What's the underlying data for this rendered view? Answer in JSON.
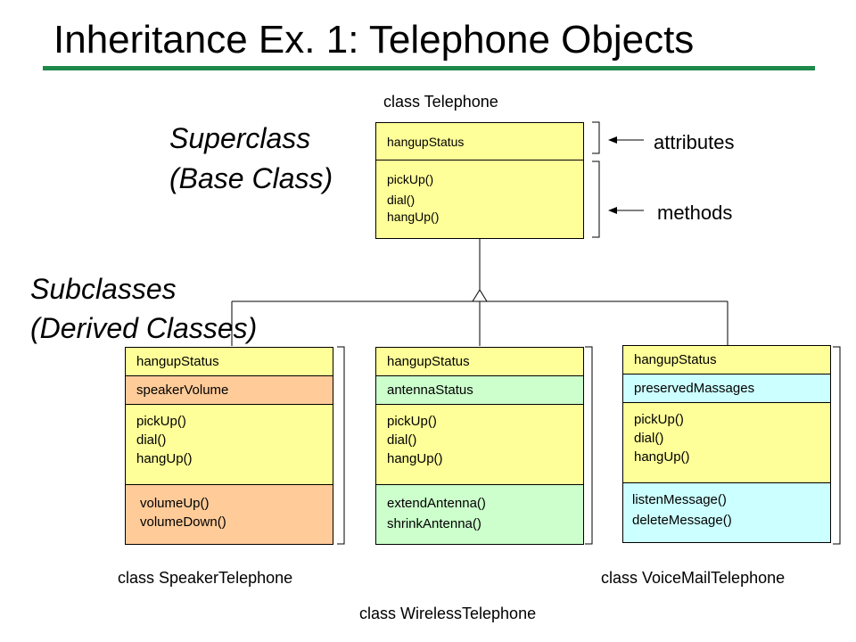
{
  "title": "Inheritance Ex. 1: Telephone Objects",
  "superclass": {
    "caption": "class Telephone",
    "attributes": [
      "hangupStatus"
    ],
    "methods": [
      "pickUp()",
      "dial()",
      "hangUp()"
    ]
  },
  "labels": {
    "superclass_line1": "Superclass",
    "superclass_line2": "(Base Class)",
    "subclasses_line1": "Subclasses",
    "subclasses_line2": "(Derived Classes)",
    "attributes": "attributes",
    "methods": "methods"
  },
  "subclasses": [
    {
      "caption": "class SpeakerTelephone",
      "inherited_attribute": "hangupStatus",
      "new_attribute": "speakerVolume",
      "inherited_methods": [
        "pickUp()",
        "dial()",
        "hangUp()"
      ],
      "new_methods": [
        "volumeUp()",
        "volumeDown()"
      ],
      "color": "#fecb99"
    },
    {
      "caption": "class WirelessTelephone",
      "inherited_attribute": "hangupStatus",
      "new_attribute": "antennaStatus",
      "inherited_methods": [
        "pickUp()",
        "dial()",
        "hangUp()"
      ],
      "new_methods": [
        "extendAntenna()",
        "shrinkAntenna()"
      ],
      "color": "#ccffcc"
    },
    {
      "caption": "class VoiceMailTelephone",
      "inherited_attribute": "hangupStatus",
      "new_attribute": "preservedMassages",
      "inherited_methods": [
        "pickUp()",
        "dial()",
        "hangUp()"
      ],
      "new_methods": [
        "listenMessage()",
        "deleteMessage()"
      ],
      "color": "#ccffff"
    }
  ],
  "colors": {
    "yellow": "#ffff99",
    "rule": "#1d8a4a"
  }
}
